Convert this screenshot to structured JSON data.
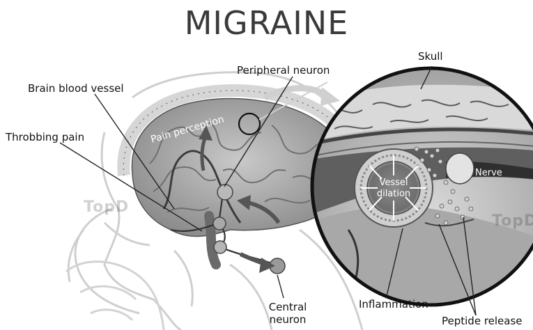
{
  "title": "MIGRAINE",
  "labels": {
    "skull": "Skull",
    "peripheral_neuron": "Peripheral neuron",
    "brain_blood_vessel": "Brain blood vessel",
    "pain_perception": "Pain perception",
    "throbbing_pain": "Throbbing pain",
    "nerve": "Nerve",
    "vessel_dilation_line1": "Vessel",
    "vessel_dilation_line2": "dilation",
    "inflammation": "Inflammation",
    "central_neuron_line1": "Central",
    "central_neuron_line2": "neuron",
    "peptide_release": "Peptide release"
  },
  "watermarks": {
    "left": "TopD",
    "right": "TopD"
  }
}
